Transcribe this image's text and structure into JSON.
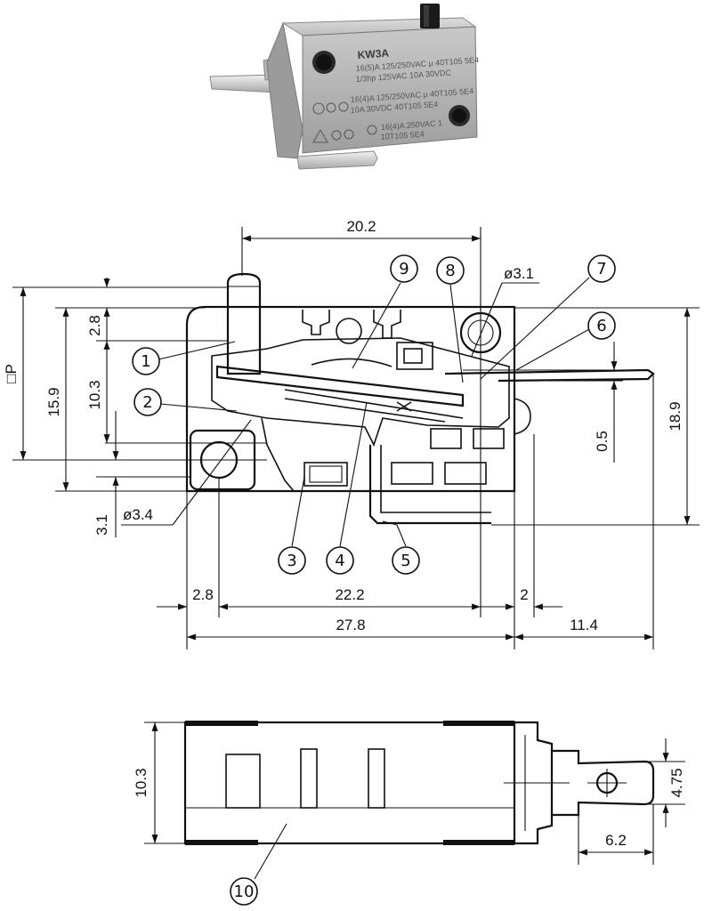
{
  "product": {
    "model": "KW3A",
    "label_lines": [
      "16(5)A 125/250VAC μ 40T105 5E4",
      "1/3hp 125VAC 10A 30VDC",
      "16(4)A 125/250VAC μ 40T105 5E4",
      "10A 30VDC 40T105 5E4",
      "16(4)A 250VAC 1",
      "10T105 5E4"
    ]
  },
  "front_view": {
    "dims": {
      "top_width": "20.2",
      "hole_top": "ø3.1",
      "left_p": "□P",
      "h_15_9": "15.9",
      "h_2_8": "2.8",
      "h_10_3": "10.3",
      "h_3_1": "3.1",
      "hole_left": "ø3.4",
      "h_0_5": "0.5",
      "h_18_9": "18.9",
      "b_2_8": "2.8",
      "b_22_2": "22.2",
      "b_2": "2",
      "b_27_8": "27.8",
      "b_11_4": "11.4"
    },
    "balloons": [
      "1",
      "2",
      "3",
      "4",
      "5",
      "6",
      "7",
      "8",
      "9"
    ]
  },
  "side_view": {
    "dims": {
      "height": "10.3",
      "tab_height": "4.75",
      "tab_length": "6.2"
    },
    "balloons": [
      "10"
    ]
  }
}
